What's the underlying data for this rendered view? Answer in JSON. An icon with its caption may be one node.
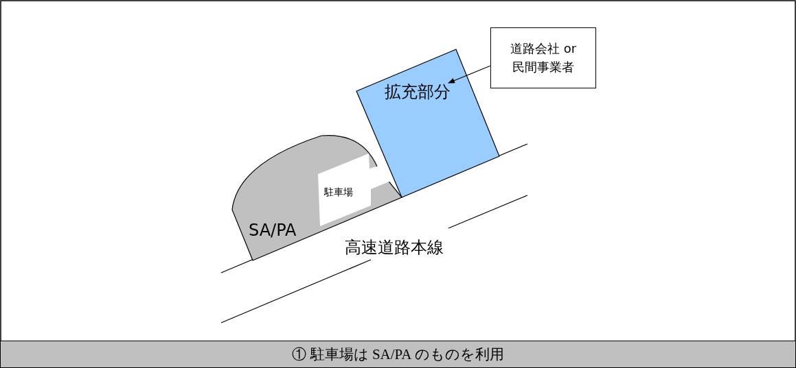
{
  "diagram": {
    "caption": "① 駐車場は SA/PA のものを利用",
    "nodes": [
      {
        "text": [
          "SA/PA"
        ]
      },
      {
        "text": [
          "駐車場"
        ],
        "in": 0
      },
      {
        "text": [
          "拡充部分"
        ]
      },
      {
        "text": [
          "道路会社 or 民間事業者"
        ]
      }
    ],
    "edges": [
      {
        "from": 3,
        "to": 2,
        "arrow": "to"
      }
    ],
    "labels": [
      "高速道路本線"
    ]
  }
}
